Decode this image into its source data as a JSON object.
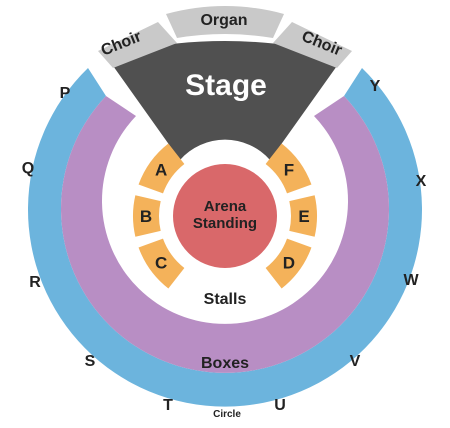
{
  "venue": {
    "stage": "Stage",
    "organ": "Organ",
    "choir_left": "Choir",
    "choir_right": "Choir",
    "arena": [
      "Arena",
      "Standing"
    ],
    "stalls": "Stalls",
    "boxes": "Boxes",
    "circle": "Circle",
    "stalls_blocks": [
      "A",
      "B",
      "C",
      "D",
      "E",
      "F"
    ],
    "circle_letters_left": [
      "P",
      "Q",
      "R",
      "S",
      "T"
    ],
    "circle_letters_right": [
      "Y",
      "X",
      "W",
      "V",
      "U"
    ]
  },
  "colors": {
    "circle": "#6cb4dd",
    "boxes": "#b88ec4",
    "stage": "#505050",
    "choir_organ": "#c9c9c9",
    "stalls_blocks": "#f4b25a",
    "arena": "#d9686a"
  }
}
